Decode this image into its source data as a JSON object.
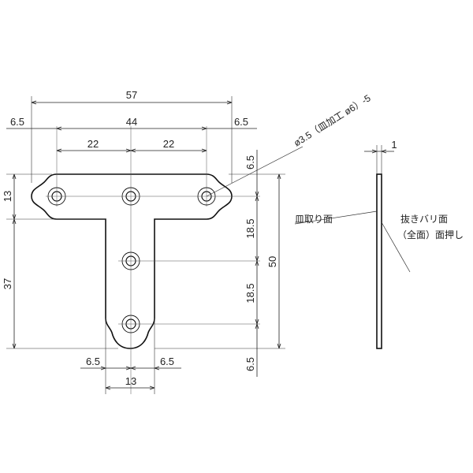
{
  "dimensions": {
    "overall_width": "57",
    "hole_span": "44",
    "hole_pitch_left": "22",
    "hole_pitch_right": "22",
    "edge_left": "6.5",
    "edge_right": "6.5",
    "top_edge": "6.5",
    "bottom_edge": "6.5",
    "vertical_pitch_1": "18.5",
    "vertical_pitch_2": "18.5",
    "overall_height": "50",
    "arm_height": "13",
    "stem_height": "37",
    "stem_left": "6.5",
    "stem_right": "6.5",
    "stem_width": "13",
    "thickness": "1"
  },
  "notes": {
    "hole_spec": "ø3.5（皿加工 ø6）-5",
    "countersink": "皿取り面",
    "burr_line1": "抜きバリ面",
    "burr_line2": "（全面）面押し"
  }
}
